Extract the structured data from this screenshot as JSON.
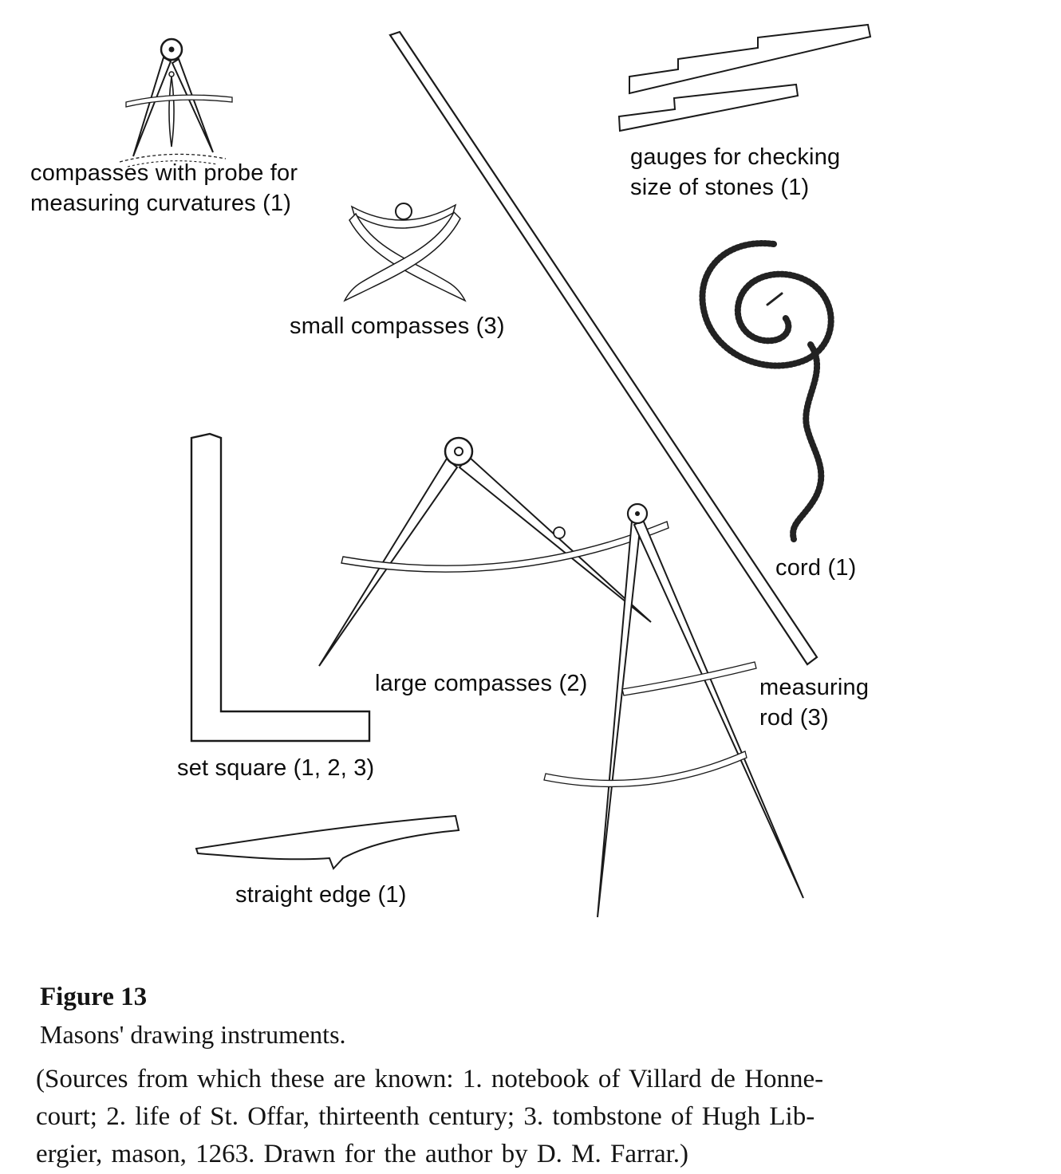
{
  "figure": {
    "number": "Figure 13",
    "title": "Masons' drawing instruments.",
    "sources_lines": [
      "(Sources from which these are known: 1. notebook of Villard de Honne-",
      "court; 2. life of St. Offar, thirteenth century; 3. tombstone of Hugh Lib-",
      "ergier, mason, 1263. Drawn for the author by D. M. Farrar.)"
    ]
  },
  "labels": {
    "compasses_probe": "compasses with probe for measuring curvatures (1)",
    "gauges": "gauges for checking size of stones (1)",
    "small_compasses": "small compasses  (3)",
    "cord": "cord (1)",
    "large_compasses": "large compasses (2)",
    "measuring_rod": "measuring rod (3)",
    "set_square": "set square (1, 2, 3)",
    "straight_edge": "straight edge (1)"
  },
  "colors": {
    "ink": "#1a1a1a",
    "paper": "#ffffff"
  }
}
